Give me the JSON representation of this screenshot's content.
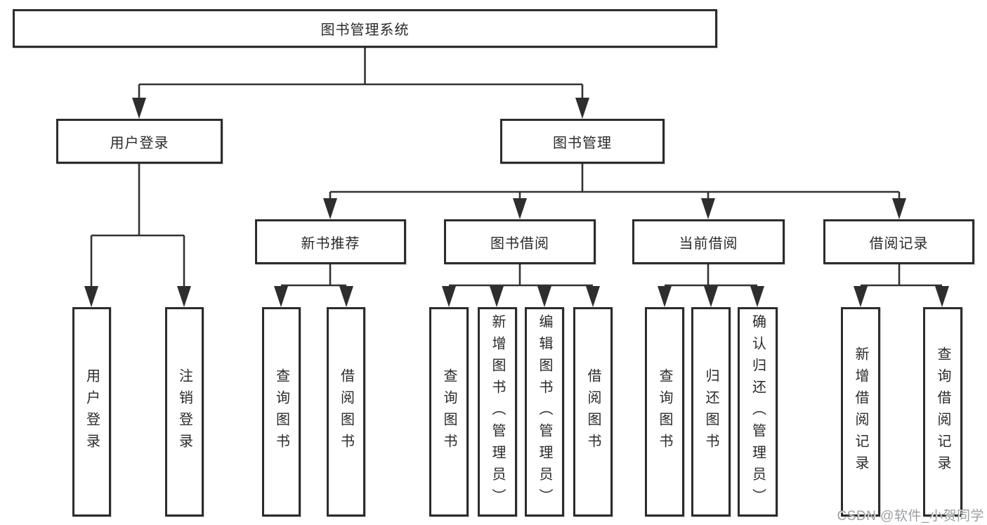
{
  "diagram": {
    "type": "hierarchy-tree",
    "root": {
      "label": "图书管理系统"
    },
    "level2": [
      {
        "label": "用户登录"
      },
      {
        "label": "图书管理"
      }
    ],
    "level3": [
      {
        "label": "新书推荐",
        "parent": "图书管理"
      },
      {
        "label": "图书借阅",
        "parent": "图书管理"
      },
      {
        "label": "当前借阅",
        "parent": "图书管理"
      },
      {
        "label": "借阅记录",
        "parent": "图书管理"
      }
    ],
    "leaves": [
      {
        "label": "用户登录",
        "parent": "用户登录"
      },
      {
        "label": "注销登录",
        "parent": "用户登录"
      },
      {
        "label": "查询图书",
        "parent": "新书推荐"
      },
      {
        "label": "借阅图书",
        "parent": "新书推荐"
      },
      {
        "label": "查询图书",
        "parent": "图书借阅"
      },
      {
        "label": "新增图书（管理员）",
        "parent": "图书借阅"
      },
      {
        "label": "编辑图书（管理员）",
        "parent": "图书借阅"
      },
      {
        "label": "借阅图书",
        "parent": "图书借阅"
      },
      {
        "label": "查询图书",
        "parent": "当前借阅"
      },
      {
        "label": "归还图书",
        "parent": "当前借阅"
      },
      {
        "label": "确认归还（管理员）",
        "parent": "当前借阅"
      },
      {
        "label": "新增借阅记录",
        "parent": "借阅记录"
      },
      {
        "label": "查询借阅记录",
        "parent": "借阅记录"
      }
    ]
  },
  "colors": {
    "line": "#333333",
    "arrow": "#2e2e2e",
    "box_border": "#2c2c2c",
    "box_fill": "#ffffff",
    "text": "#2a2a2a",
    "watermark": "#9b9fa3"
  },
  "watermark": {
    "text": "CSDN @软件_小贺同学"
  }
}
